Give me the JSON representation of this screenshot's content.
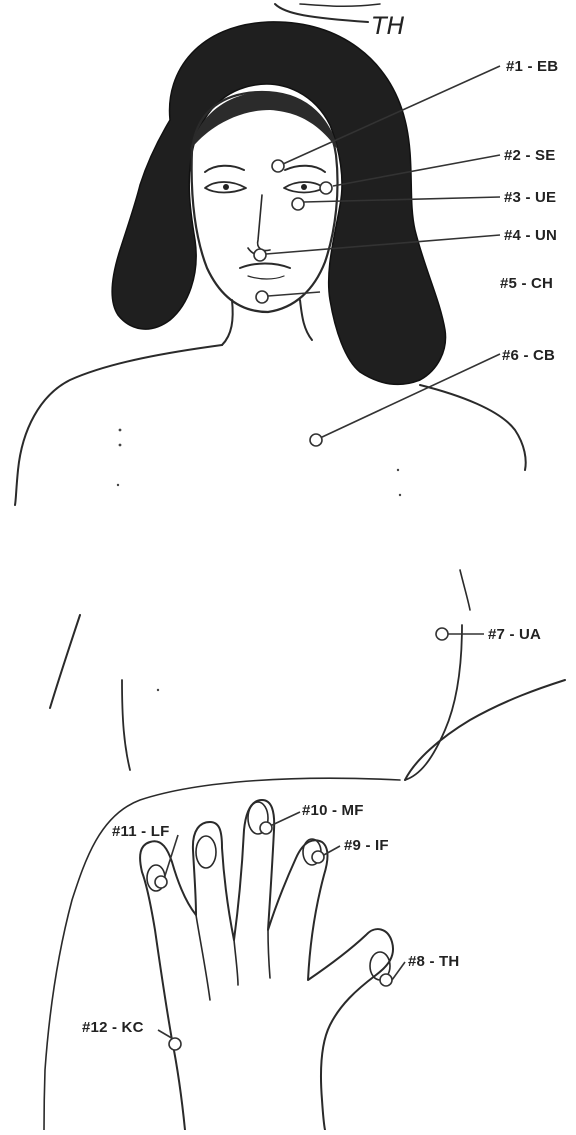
{
  "top_label": "TH",
  "points": [
    {
      "label": "#1 - EB"
    },
    {
      "label": "#2 - SE"
    },
    {
      "label": "#3 - UE"
    },
    {
      "label": "#4 - UN"
    },
    {
      "label": "#5 - CH"
    },
    {
      "label": "#6 - CB"
    },
    {
      "label": "#7 - UA"
    },
    {
      "label": "#8 - TH"
    },
    {
      "label": "#9 - IF"
    },
    {
      "label": "#10 - MF"
    },
    {
      "label": "#11 - LF"
    },
    {
      "label": "#12 - KC"
    }
  ]
}
